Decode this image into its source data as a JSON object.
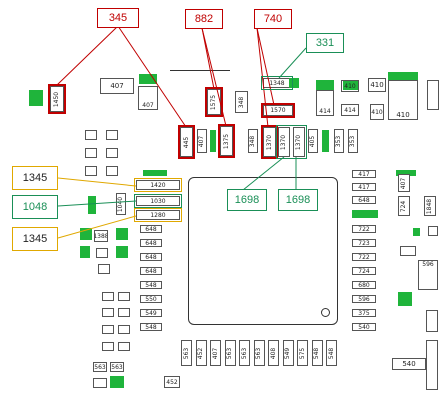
{
  "colors": {
    "red": "#c00000",
    "green": "#1a8f57",
    "yellow": "#e0a800",
    "pad_green": "#1fb43b"
  },
  "callouts": {
    "c345_top": "345",
    "c882": "882",
    "c740": "740",
    "c331": "331",
    "c1345_a": "1345",
    "c1048": "1048",
    "c1345_b": "1345",
    "c1698_a": "1698",
    "c1698_b": "1698"
  },
  "labels": {
    "l407a": "407",
    "l407b": "407",
    "l1450": "1450",
    "l1575": "1575",
    "l348a": "348",
    "l1348": "1348",
    "l1570": "1570",
    "l414a": "414",
    "l414b": "414",
    "l410a": "410",
    "l410b": "410",
    "l410c": "410",
    "l410d": "410",
    "l445": "445",
    "l407c": "407",
    "l1375": "1375",
    "l348b": "348",
    "l1370a": "1370",
    "l1370b": "1370",
    "l1370c": "1370",
    "l405": "405",
    "l353a": "353",
    "l353b": "353",
    "l1420": "1420",
    "l1030": "1030",
    "l1280": "1280",
    "l1040": "1040",
    "r417a": "417",
    "r417b": "417",
    "r648a": "648",
    "r407": "407",
    "r724a": "724",
    "r1848": "1848",
    "r722": "722",
    "r723": "723",
    "r724b": "724",
    "r680": "680",
    "r596a": "596",
    "r375": "375",
    "r540a": "540",
    "r596b": "596",
    "r540b": "540",
    "s648a": "648",
    "s648b": "648",
    "s648c": "648",
    "s648d": "648",
    "s548a": "548",
    "s550": "550",
    "s549a": "549",
    "s548b": "548",
    "b563a": "563",
    "b563b": "563",
    "b452": "452",
    "b1388": "1388",
    "bot": [
      "563",
      "452",
      "407",
      "563",
      "563",
      "563",
      "408",
      "549",
      "575",
      "548",
      "548"
    ]
  }
}
